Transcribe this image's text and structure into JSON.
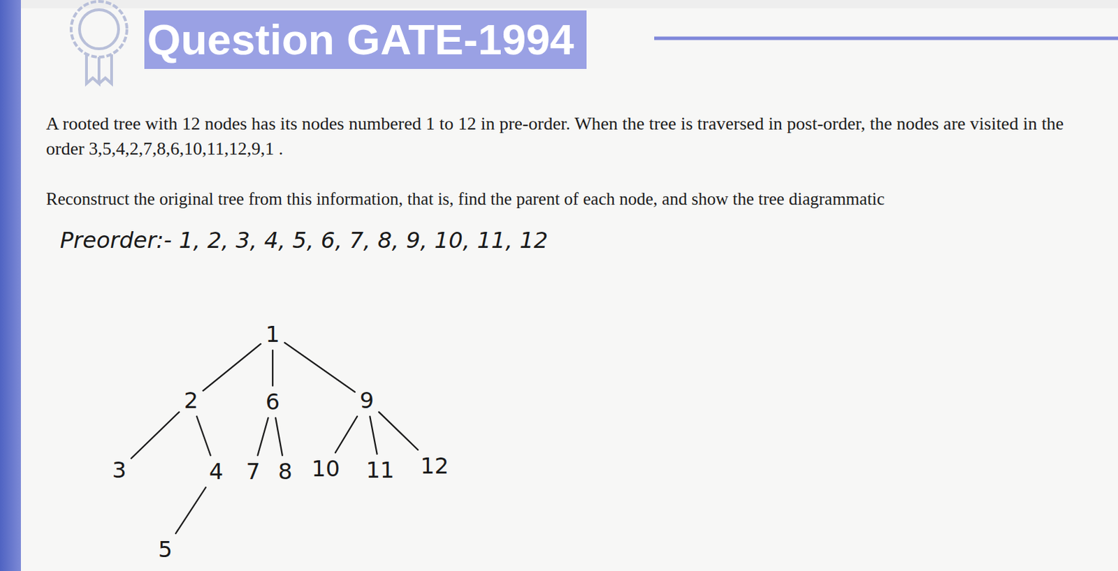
{
  "diagram": {
    "title": "Question GATE-1994",
    "nodes": [
      {
        "text": [
          "1"
        ]
      },
      {
        "text": [
          "2"
        ]
      },
      {
        "text": [
          "3"
        ]
      },
      {
        "text": [
          "4"
        ]
      },
      {
        "text": [
          "5"
        ]
      },
      {
        "text": [
          "6"
        ]
      },
      {
        "text": [
          "7"
        ]
      },
      {
        "text": [
          "8"
        ]
      },
      {
        "text": [
          "9"
        ]
      },
      {
        "text": [
          "10"
        ]
      },
      {
        "text": [
          "11"
        ]
      },
      {
        "text": [
          "12"
        ]
      }
    ],
    "edges": [
      {
        "from": 0,
        "to": 1,
        "arrow": "none"
      },
      {
        "from": 0,
        "to": 5,
        "arrow": "none"
      },
      {
        "from": 0,
        "to": 8,
        "arrow": "none"
      },
      {
        "from": 1,
        "to": 2,
        "arrow": "none"
      },
      {
        "from": 1,
        "to": 3,
        "arrow": "none"
      },
      {
        "from": 3,
        "to": 4,
        "arrow": "none"
      },
      {
        "from": 5,
        "to": 6,
        "arrow": "none"
      },
      {
        "from": 5,
        "to": 7,
        "arrow": "none"
      },
      {
        "from": 8,
        "to": 9,
        "arrow": "none"
      },
      {
        "from": 8,
        "to": 10,
        "arrow": "none"
      },
      {
        "from": 8,
        "to": 11,
        "arrow": "none"
      }
    ],
    "labels": [
      "A rooted tree with 12 nodes has its nodes numbered 1 to 12 in pre-order. When the tree is traversed in post-order, the nodes are visited in the order 3,5,4,2,7,8,6,10,11,12,9,1 .",
      "Reconstruct the original tree from this information, that is, find the parent of each node, and show the tree diagrammatic",
      "Preorder:- 1, 2, 3, 4, 5, 6, 7, 8, 9, 10, 11, 12"
    ]
  }
}
